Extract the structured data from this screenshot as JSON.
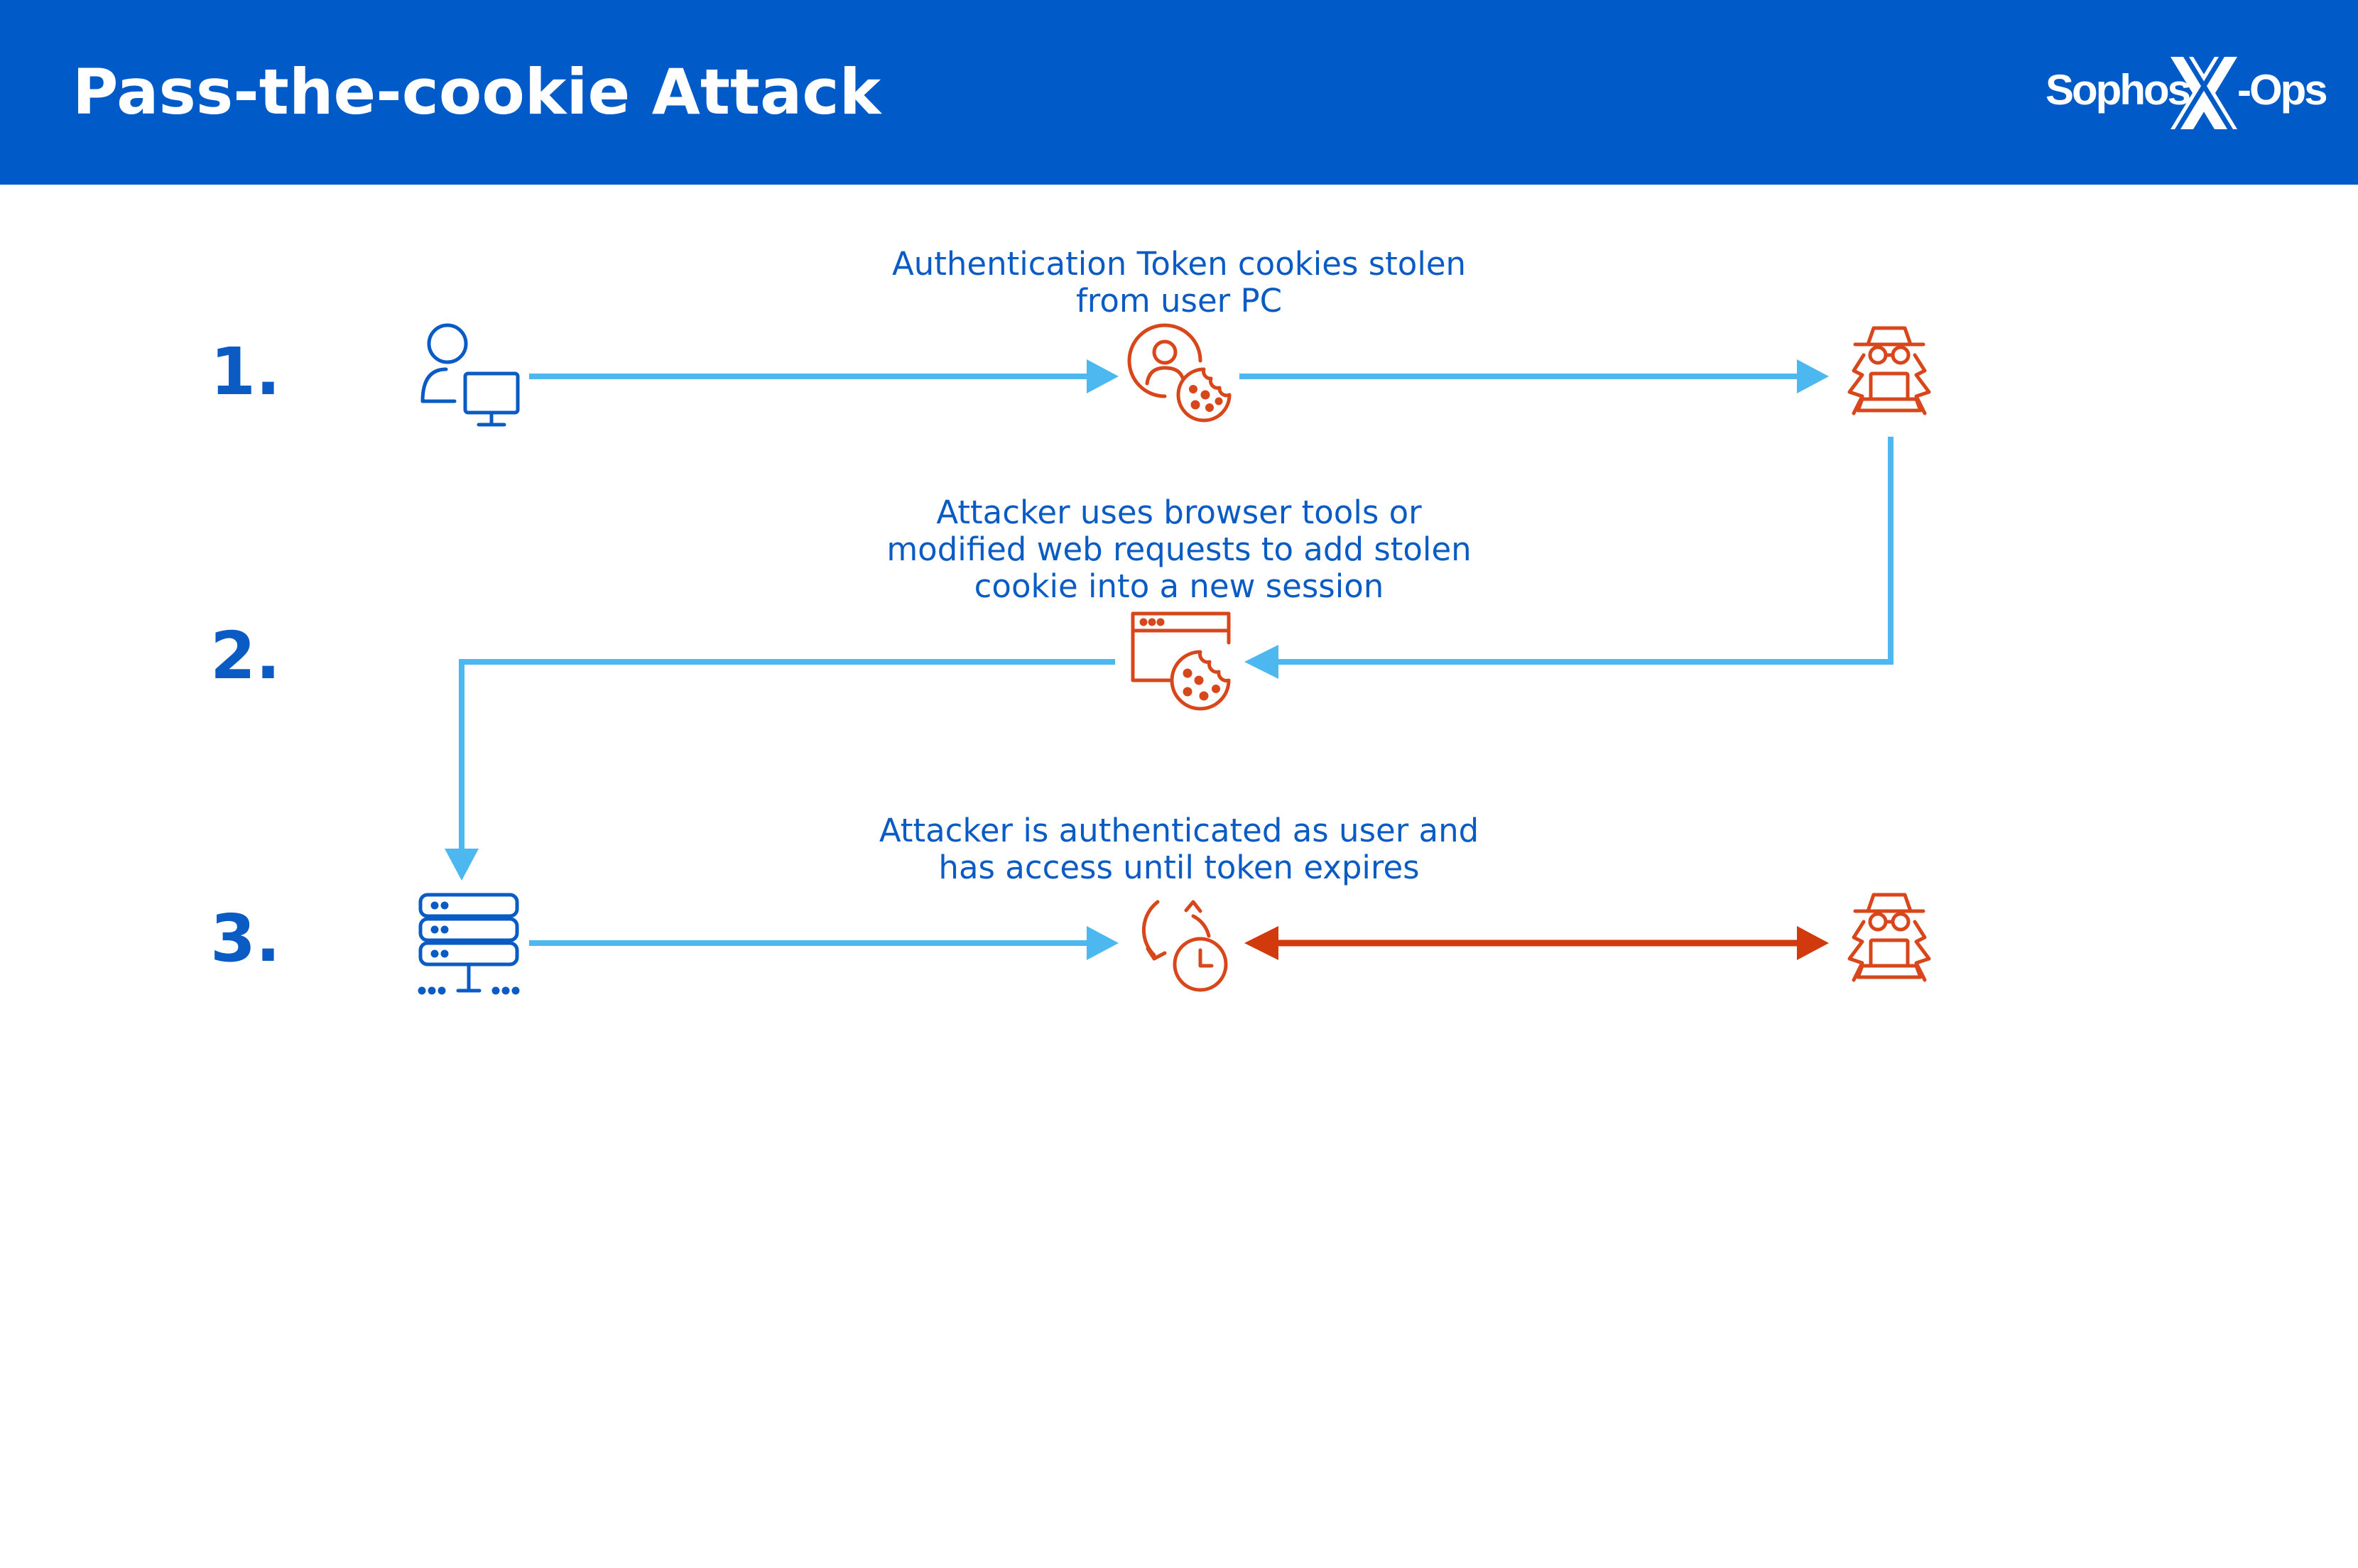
{
  "header": {
    "title": "Pass-the-cookie Attack",
    "logo_text_left": "Sophos",
    "logo_text_right": "-Ops"
  },
  "steps": [
    {
      "number": "1.",
      "caption_lines": [
        "Authentication Token cookies stolen",
        "from user PC"
      ]
    },
    {
      "number": "2.",
      "caption_lines": [
        "Attacker uses browser tools or",
        "modified web requests to add stolen",
        "cookie into a new session"
      ]
    },
    {
      "number": "3.",
      "caption_lines": [
        "Attacker is authenticated as user and",
        "has access until token expires"
      ]
    }
  ],
  "icons": {
    "user_pc": "user-pc-icon",
    "user_cookie": "user-cookie-icon",
    "attacker": "attacker-icon",
    "browser_cookie": "browser-cookie-icon",
    "server": "server-icon",
    "session_clock": "session-clock-icon"
  },
  "colors": {
    "header_bg": "#005BC8",
    "primary_blue": "#0A5BC4",
    "arrow_light_blue": "#4DB8F0",
    "attacker_orange": "#D8461B",
    "link_red": "#D13A0C"
  }
}
